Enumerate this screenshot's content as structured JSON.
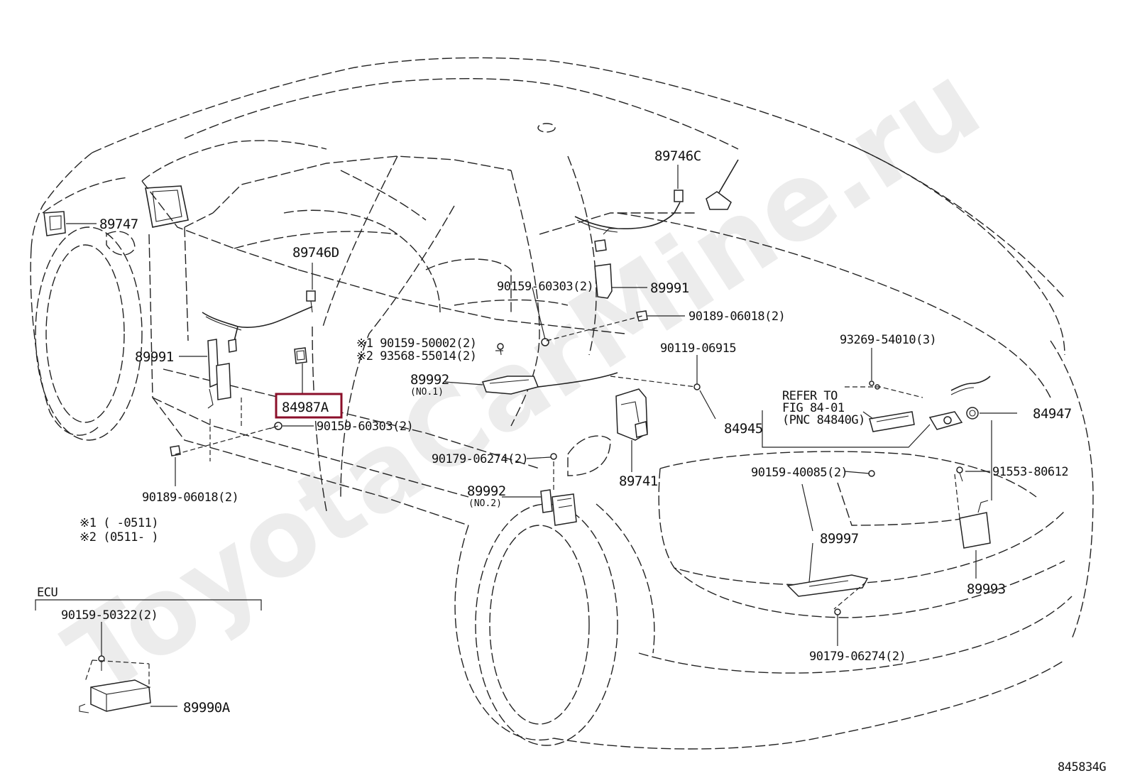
{
  "watermark": "ToyotaCarMine.ru",
  "figure_code": "845834G",
  "labels": {
    "p89747": "89747",
    "p89746D": "89746D",
    "p89746C": "89746C",
    "p89991_right": "89991",
    "p89991_left": "89991",
    "p90159_60303_top": "90159-60303(2)",
    "p90189_06018_top": "90189-06018(2)",
    "p90119_06915": "90119-06915",
    "p90159_50002": "※1 90159-50002(2)",
    "p93568_55014": "※2 93568-55014(2)",
    "p89992_no1": "89992",
    "p89992_no1_sub": "(NO.1)",
    "p84987A": "84987A",
    "p90159_60303_left": "90159-60303(2)",
    "p90179_06274_mid": "90179-06274(2)",
    "p89992_no2": "89992",
    "p89992_no2_sub": "(NO.2)",
    "p90189_06018_left": "90189-06018(2)",
    "p93269_54010": "93269-54010(3)",
    "refer_line1": "REFER TO",
    "refer_line2": "FIG 84-01",
    "refer_line3": "(PNC 84840G)",
    "p84947": "84947",
    "p84945": "84945",
    "p89741": "89741",
    "p90159_40085": "90159-40085(2)",
    "p91553_80612": "91553-80612",
    "p89997": "89997",
    "p89993": "89993",
    "p90179_06274_bottom": "90179-06274(2)",
    "note1": "※1 (     -0511)",
    "note2": "※2 (0511-     )",
    "ecu_title": "ECU",
    "p90159_50322": "90159-50322(2)",
    "p89990A": "89990A"
  },
  "highlight_color": "#8b0f2a"
}
